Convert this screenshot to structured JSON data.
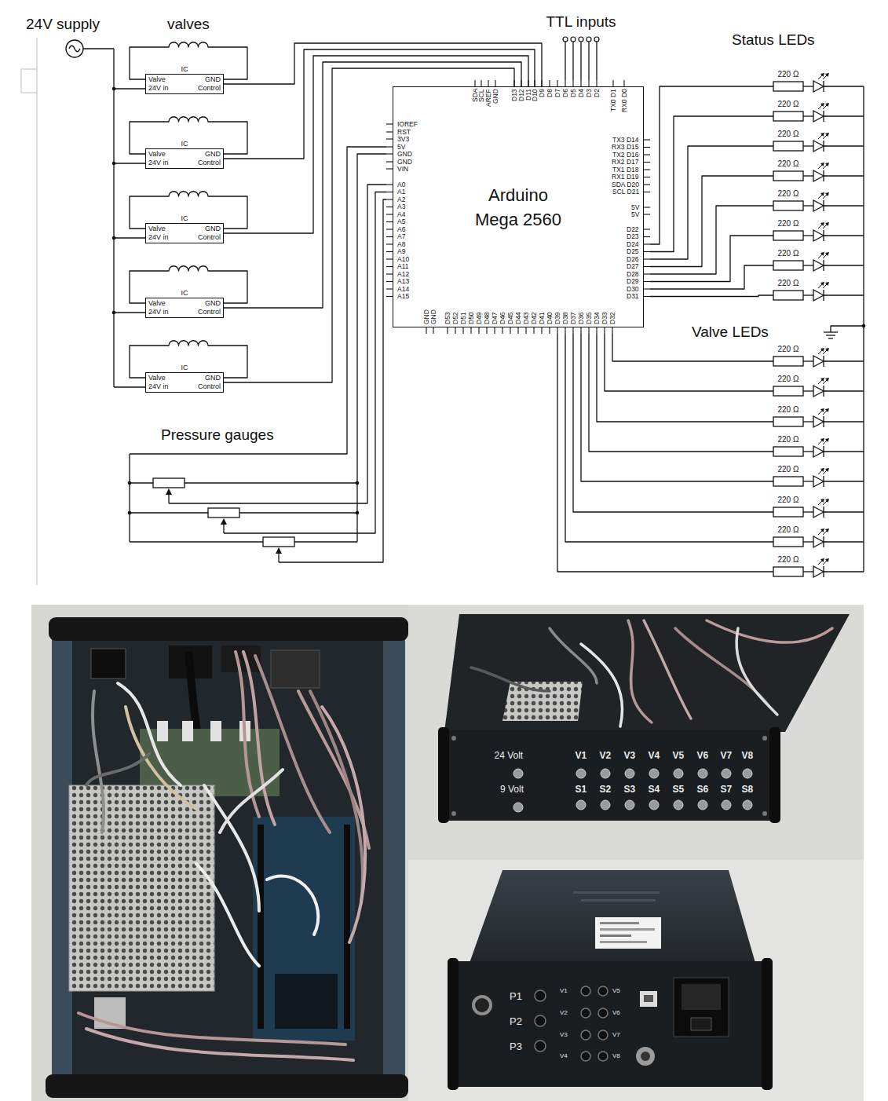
{
  "diagram": {
    "nodes": [
      {
        "text": [
          "IC",
          "Valve 24V in",
          "GND Control"
        ]
      },
      {
        "text": [
          "IC",
          "Valve 24V in",
          "GND Control"
        ]
      },
      {
        "text": [
          "IC",
          "Valve 24V in",
          "GND Control"
        ]
      },
      {
        "text": [
          "IC",
          "Valve 24V in",
          "GND Control"
        ]
      },
      {
        "text": [
          "IC",
          "Valve 24V in",
          "GND Control"
        ]
      },
      {
        "text": [
          "Arduino Mega 2560"
        ]
      }
    ],
    "edges": [
      {
        "from": 0,
        "to": 5,
        "arrow": "none"
      },
      {
        "from": 1,
        "to": 5,
        "arrow": "none"
      },
      {
        "from": 2,
        "to": 5,
        "arrow": "none"
      },
      {
        "from": 3,
        "to": 5,
        "arrow": "none"
      },
      {
        "from": 4,
        "to": 5,
        "arrow": "none"
      }
    ],
    "labels": [
      "24V supply",
      "valves",
      "TTL inputs",
      "Status LEDs",
      "Valve LEDs",
      "Pressure gauges",
      "SDA",
      "SCL",
      "AREF",
      "GND",
      "D13",
      "D12",
      "D11",
      "D10",
      "D9",
      "D8",
      "D7",
      "D6",
      "D5",
      "D4",
      "D3",
      "D2",
      "TX0 D1",
      "RX0 D0",
      "IOREF",
      "RST",
      "3V3",
      "5V",
      "GND",
      "GND",
      "VIN",
      "A0",
      "A1",
      "A2",
      "A3",
      "A4",
      "A5",
      "A6",
      "A7",
      "A8",
      "A9",
      "A10",
      "A11",
      "A12",
      "A13",
      "A14",
      "A15",
      "TX3 D14",
      "RX3 D15",
      "TX2 D16",
      "RX2 D17",
      "TX1 D18",
      "RX1 D19",
      "SDA D20",
      "SCL D21",
      "5V",
      "5V",
      "D22",
      "D23",
      "D24",
      "D25",
      "D26",
      "D27",
      "D28",
      "D29",
      "D30",
      "D31",
      "GND",
      "GND",
      "D53",
      "D52",
      "D51",
      "D50",
      "D49",
      "D48",
      "D47",
      "D46",
      "D45",
      "D44",
      "D43",
      "D42",
      "D41",
      "D40",
      "D39",
      "D38",
      "D37",
      "D36",
      "D35",
      "D34",
      "D33",
      "D32",
      "220 Ω",
      "220 Ω",
      "220 Ω",
      "220 Ω",
      "220 Ω",
      "220 Ω",
      "220 Ω",
      "220 Ω",
      "220 Ω",
      "220 Ω",
      "220 Ω",
      "220 Ω",
      "220 Ω",
      "220 Ω",
      "220 Ω",
      "220 Ω",
      "24 Volt",
      "9 Volt",
      "V1",
      "V2",
      "V3",
      "V4",
      "V5",
      "V6",
      "V7",
      "V8",
      "S1",
      "S2",
      "S3",
      "S4",
      "S5",
      "S6",
      "S7",
      "S8",
      "P1",
      "P2",
      "P3",
      "V1",
      "V2",
      "V3",
      "V4",
      "V5",
      "V6",
      "V7",
      "V8"
    ]
  }
}
